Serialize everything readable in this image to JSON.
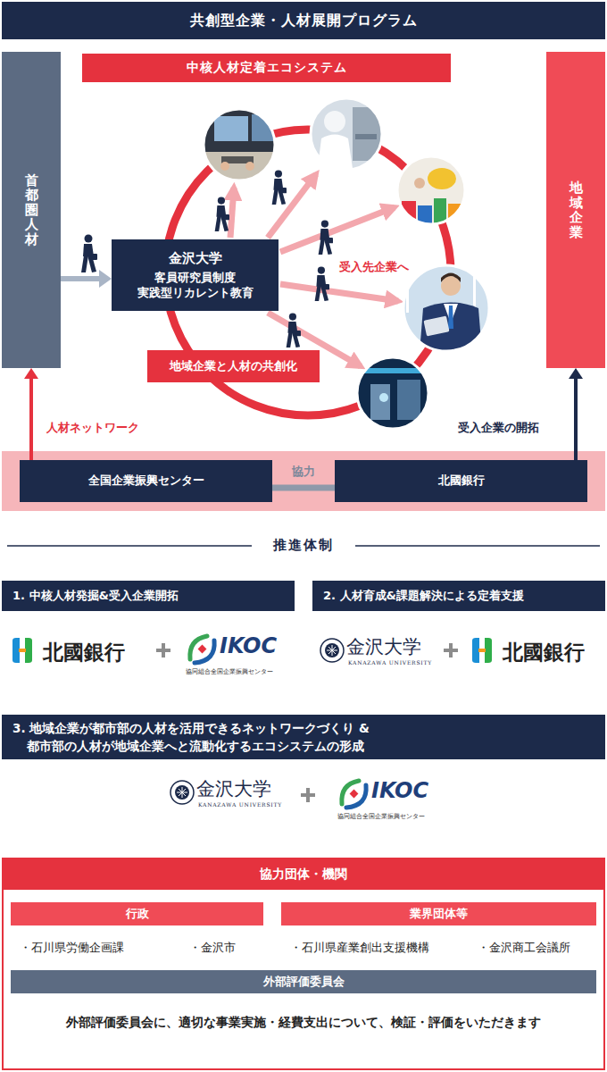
{
  "diagram": {
    "title": "共創型企業・人材展開プログラム",
    "nodes": [
      {
        "text": [
          "首都圏人材"
        ]
      },
      {
        "text": [
          "中核人材定着エコシステム"
        ]
      },
      {
        "text": [
          "地域企業"
        ]
      },
      {
        "text": [
          "金沢大学",
          "客員研究員制度 実践型リカレント教育"
        ]
      },
      {
        "text": [
          "地域企業と人材の共創化"
        ]
      },
      {
        "text": [
          "全国企業振興センター"
        ]
      },
      {
        "text": [
          "北國銀行"
        ]
      },
      {
        "text": [
          "1. 中核人材発掘&受入企業開拓"
        ]
      },
      {
        "text": [
          "2. 人材育成&課題解決による定着支援"
        ]
      },
      {
        "text": [
          "3. 地域企業が都市部の人材を活用できるネットワークづくり &都市部の人材が地域企業へと流動化するエコシステムの形成"
        ]
      },
      {
        "text": [
          "協力団体・機関"
        ]
      },
      {
        "text": [
          "行政"
        ],
        "in": 10
      },
      {
        "text": [
          "業界団体等"
        ],
        "in": 10
      },
      {
        "text": [
          "外部評価委員会"
        ],
        "in": 10
      }
    ],
    "edges": [
      {
        "from": 0,
        "to": 3,
        "arrow": "to"
      },
      {
        "from": 5,
        "to": 0,
        "label": "人材ネットワーク",
        "arrow": "to"
      },
      {
        "from": 6,
        "to": 2,
        "label": "受入企業の開拓",
        "arrow": "to"
      },
      {
        "from": 5,
        "to": 6,
        "label": "協力",
        "arrow": "none"
      }
    ],
    "labels": [
      "受入先企業へ",
      "推進体制",
      "北國銀行",
      "IKOC",
      "協同組合全国企業振興センター",
      "金沢大学",
      "KANAZAWA UNIVERSITY",
      "北國銀行",
      "金沢大学",
      "KANAZAWA UNIVERSITY",
      "IKOC",
      "協同組合全国企業振興センター",
      "・石川県労働企画課",
      "・金沢市",
      "・石川県産業創出支援機構",
      "・金沢商工会議所",
      "外部評価委員会に、適切な事業実施・経費支出について、検証・評価をいただきます"
    ]
  }
}
